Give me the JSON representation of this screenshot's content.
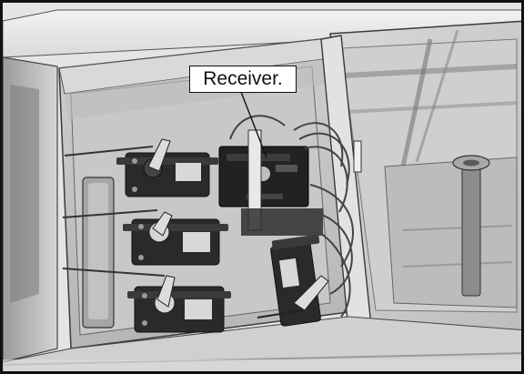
{
  "callout": {
    "label": "Receiver."
  },
  "colors": {
    "frame": "#111111",
    "fuselage_light": "#e6e6e6",
    "fuselage_dark": "#8f8f8f",
    "servo": "#2a2a2a",
    "receiver": "#222222",
    "callout_bg": "#ffffff"
  },
  "components": {
    "servos_in_row": 3,
    "servo_on_right": 1,
    "receiver": 1
  }
}
